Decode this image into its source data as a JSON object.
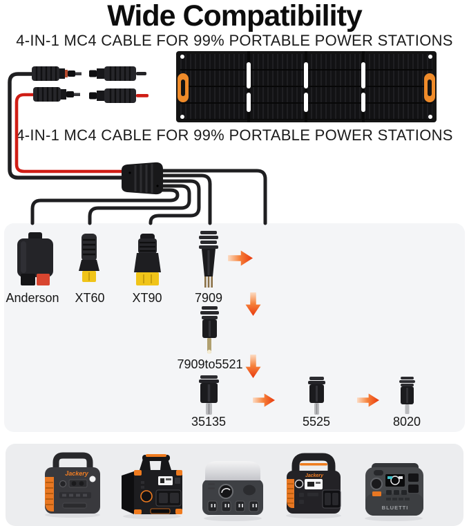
{
  "header": {
    "title": "Wide Compatibility",
    "subtitle": "4-IN-1 MC4 CABLE FOR 99% PORTABLE POWER STATIONS"
  },
  "mid_caption": "4-IN-1 MC4 CABLE FOR 99% PORTABLE POWER STATIONS",
  "plugs": {
    "anderson": "Anderson",
    "xt60": "XT60",
    "xt90": "XT90",
    "p7909": "7909",
    "adapter_7909to5521": "7909to5521",
    "p35135": "35135",
    "p5525": "5525",
    "p8020": "8020"
  },
  "brands": {
    "jackery": "Jackery",
    "bluetti": "BLUETTI"
  },
  "colors": {
    "accent_orange": "#ef7b1f",
    "solar_handle_orange": "#ef8b2a",
    "arrow_head_orange": "#e8380d",
    "cable_red": "#cf1d15",
    "cable_black": "#1f1f21",
    "panel_mid_gray": "#f4f5f7",
    "panel_bottom_gray": "#ecedef",
    "solar_black": "#141414"
  }
}
